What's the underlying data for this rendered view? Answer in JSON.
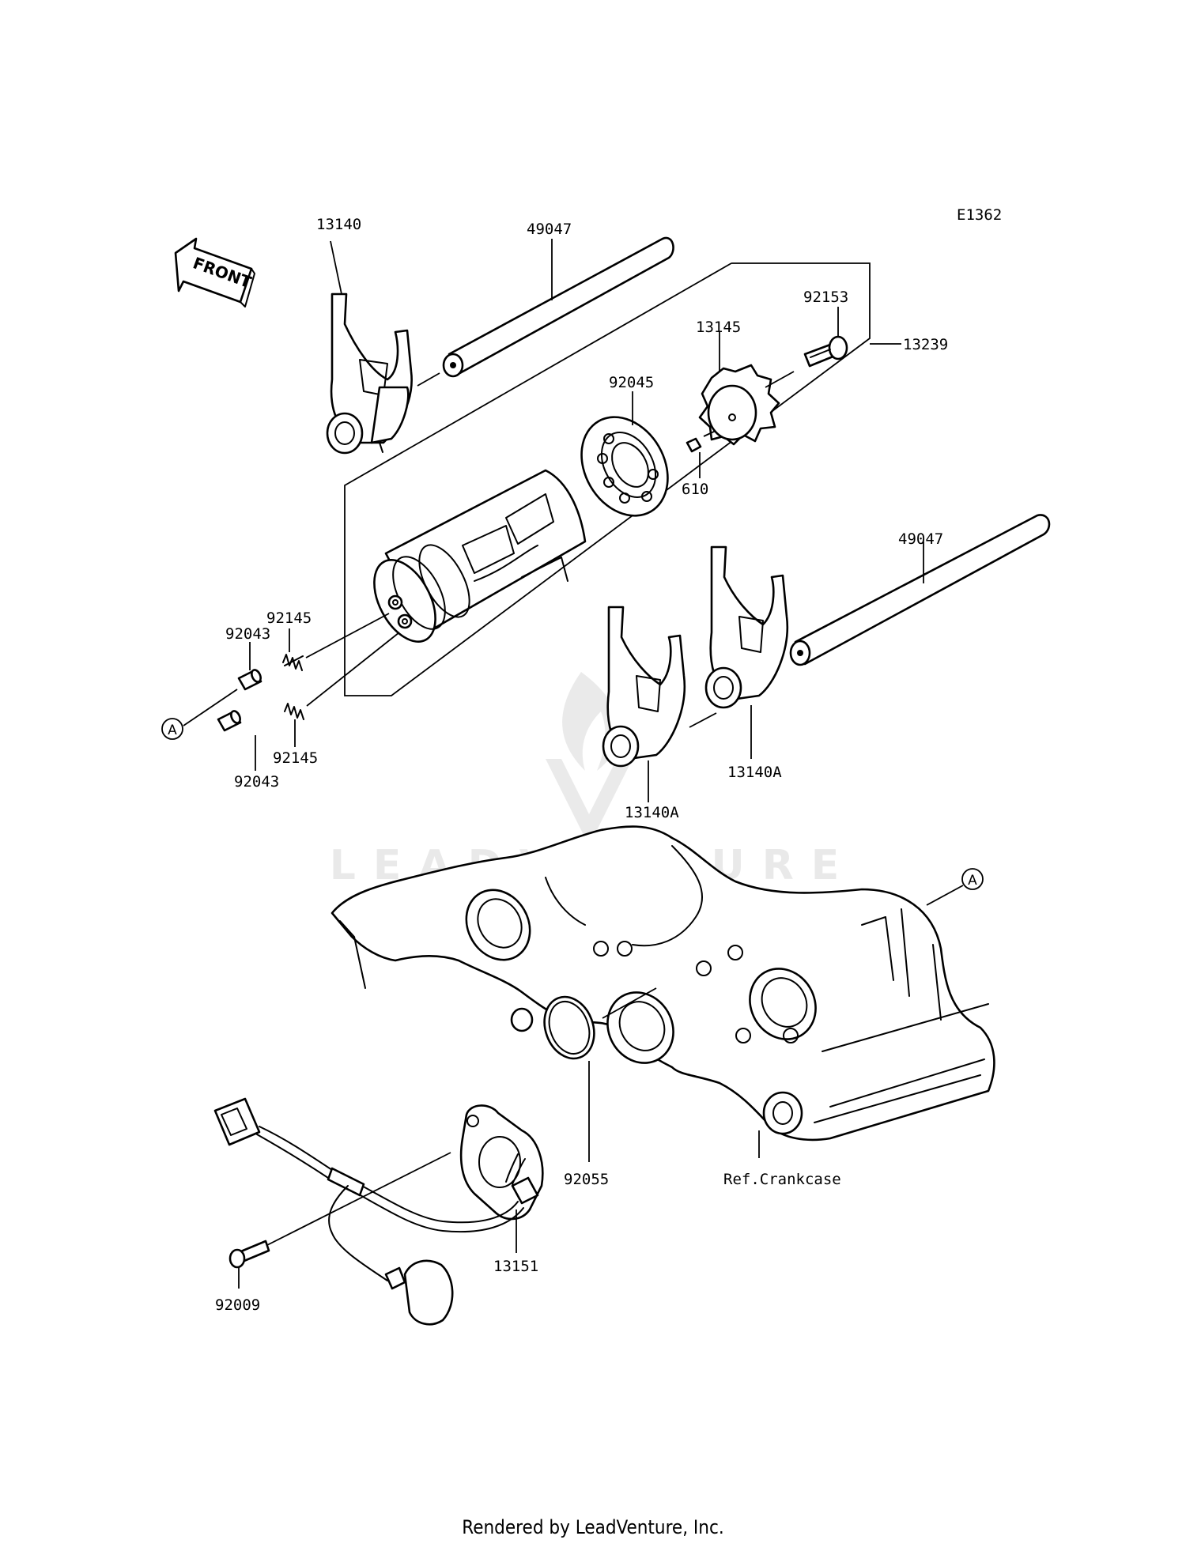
{
  "diagram": {
    "code": "E1362",
    "front_arrow_text": "FRONT",
    "ref_marker": "A",
    "callouts": {
      "p13140": "13140",
      "p49047_top": "49047",
      "p92153": "92153",
      "p13145": "13145",
      "p13239": "13239",
      "p92045": "92045",
      "p610": "610",
      "p49047_right": "49047",
      "p92145_top": "92145",
      "p92043_top": "92043",
      "p92145_bottom": "92145",
      "p92043_bottom": "92043",
      "p13140A_right": "13140A",
      "p13140A_left": "13140A",
      "p92055": "92055",
      "ref_crankcase": "Ref.Crankcase",
      "p13151": "13151",
      "p92009": "92009"
    },
    "watermark_text": "LEADVENTURE"
  },
  "footer": {
    "rendered_by": "Rendered by LeadVenture, Inc."
  }
}
